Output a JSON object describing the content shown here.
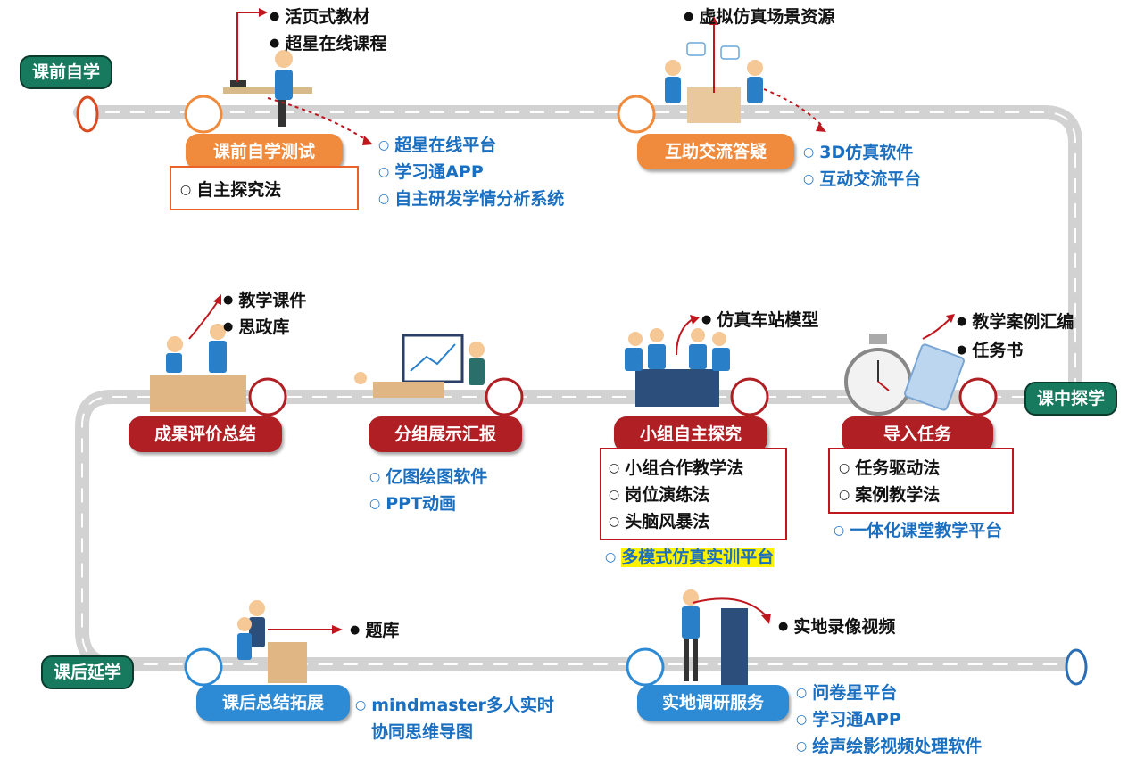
{
  "phases": {
    "pre": "课前自学",
    "in": "课中探学",
    "post": "课后延学"
  },
  "stages": {
    "pre_test": "课前自学测试",
    "mutual": "互助交流答疑",
    "import_task": "导入任务",
    "group_explore": "小组自主探究",
    "group_show": "分组展示汇报",
    "summary_eval": "成果评价总结",
    "after_summary": "课后总结拓展",
    "field_research": "实地调研服务"
  },
  "resources": {
    "pre_test": [
      "活页式教材",
      "超星在线课程"
    ],
    "mutual": [
      "虚拟仿真场景资源"
    ],
    "import_task": [
      "教学案例汇编",
      "任务书"
    ],
    "group_explore": [
      "仿真车站模型"
    ],
    "summary_eval": [
      "教学课件",
      "思政库"
    ],
    "after_summary": [
      "题库"
    ],
    "field_research": [
      "实地录像视频"
    ]
  },
  "methods": {
    "pre_test": [
      "自主探究法"
    ],
    "import_task": [
      "任务驱动法",
      "案例教学法"
    ],
    "group_explore": [
      "小组合作教学法",
      "岗位演练法",
      "头脑风暴法"
    ]
  },
  "platforms": {
    "pre_test": [
      "超星在线平台",
      "学习通APP",
      "自主研发学情分析系统"
    ],
    "mutual": [
      "3D仿真软件",
      "互动交流平台"
    ],
    "import_task": [
      "一体化课堂教学平台"
    ],
    "group_explore": [
      "多模式仿真实训平台"
    ],
    "group_show": [
      "亿图绘图软件",
      "PPT动画"
    ],
    "after_summary": [
      "mindmaster多人实时",
      "协同思维导图"
    ],
    "field_research": [
      "问卷星平台",
      "学习通APP",
      "绘声绘影视频处理软件"
    ]
  },
  "colors": {
    "road": "#d2d2d2",
    "phase_green": "#177a5e",
    "orange": "#f08a3c",
    "dark_red": "#b01f24",
    "blue": "#2d8ad4",
    "text_blue": "#1a6fc0",
    "highlight": "#fff200"
  }
}
